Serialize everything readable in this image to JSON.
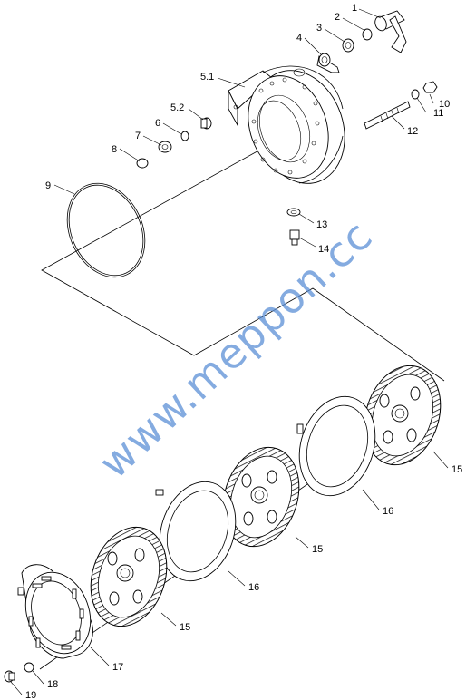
{
  "watermark": "www.meppon.cc",
  "parts": [
    {
      "id": "p1",
      "num": "1"
    },
    {
      "id": "p2",
      "num": "2"
    },
    {
      "id": "p3",
      "num": "3"
    },
    {
      "id": "p4",
      "num": "4"
    },
    {
      "id": "p5_1",
      "num": "5.1"
    },
    {
      "id": "p5_2",
      "num": "5.2"
    },
    {
      "id": "p6",
      "num": "6"
    },
    {
      "id": "p7",
      "num": "7"
    },
    {
      "id": "p8",
      "num": "8"
    },
    {
      "id": "p9",
      "num": "9"
    },
    {
      "id": "p10",
      "num": "10"
    },
    {
      "id": "p11",
      "num": "11"
    },
    {
      "id": "p12",
      "num": "12"
    },
    {
      "id": "p13",
      "num": "13"
    },
    {
      "id": "p14",
      "num": "14"
    },
    {
      "id": "p15a",
      "num": "15"
    },
    {
      "id": "p15b",
      "num": "15"
    },
    {
      "id": "p15c",
      "num": "15"
    },
    {
      "id": "p16a",
      "num": "16"
    },
    {
      "id": "p16b",
      "num": "16"
    },
    {
      "id": "p17",
      "num": "17"
    },
    {
      "id": "p18",
      "num": "18"
    },
    {
      "id": "p19",
      "num": "19"
    }
  ]
}
